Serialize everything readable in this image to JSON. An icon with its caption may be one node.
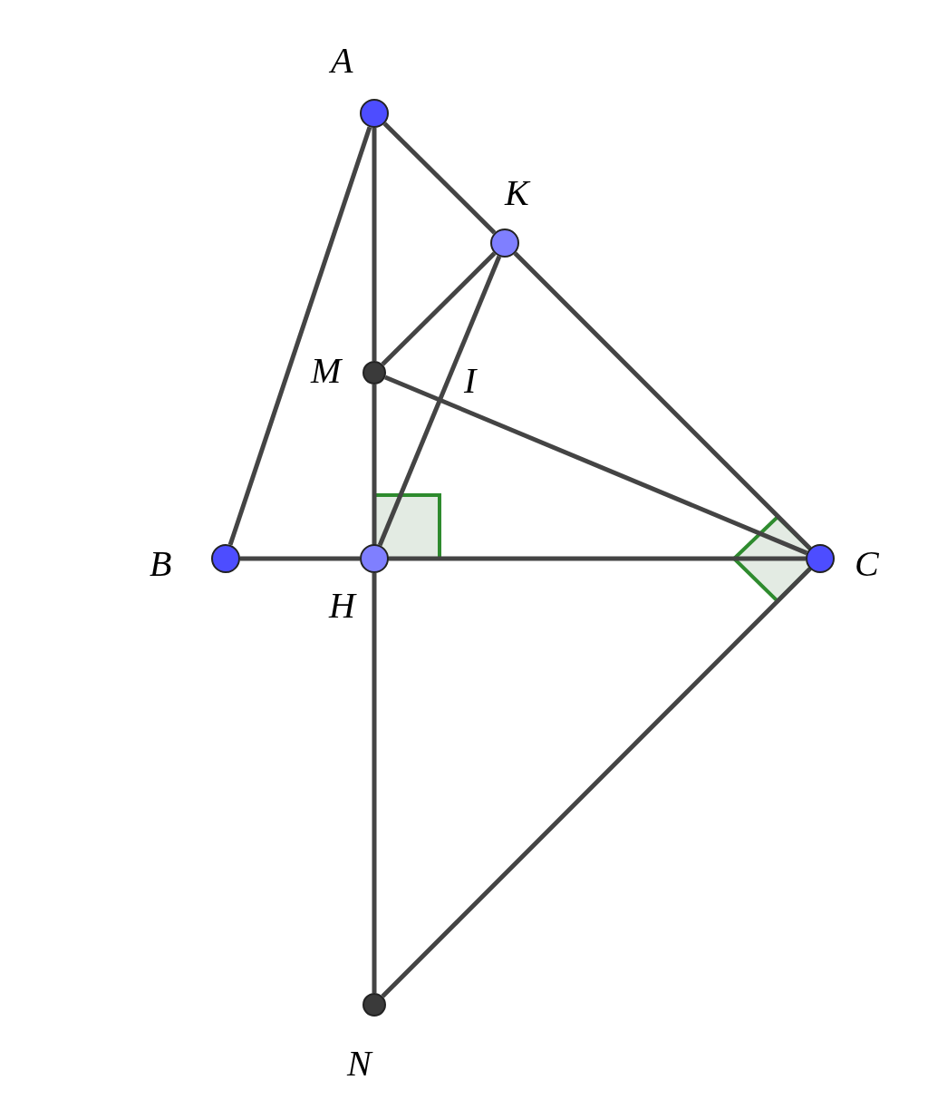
{
  "diagram": {
    "nodes": [
      {
        "text": [
          "A"
        ]
      },
      {
        "text": [
          "K"
        ]
      },
      {
        "text": [
          "M"
        ]
      },
      {
        "text": [
          "B"
        ]
      },
      {
        "text": [
          "H"
        ]
      },
      {
        "text": [
          "C"
        ]
      },
      {
        "text": [
          "N"
        ]
      }
    ],
    "edges": [
      {
        "from": 0,
        "to": 3,
        "arrow": "none"
      },
      {
        "from": 0,
        "to": 2,
        "arrow": "none"
      },
      {
        "from": 2,
        "to": 4,
        "arrow": "none"
      },
      {
        "from": 4,
        "to": 6,
        "arrow": "none"
      },
      {
        "from": 0,
        "to": 1,
        "arrow": "none"
      },
      {
        "from": 1,
        "to": 5,
        "arrow": "none"
      },
      {
        "from": 1,
        "to": 2,
        "arrow": "none"
      },
      {
        "from": 1,
        "to": 4,
        "arrow": "none"
      },
      {
        "from": 2,
        "to": 5,
        "arrow": "none"
      },
      {
        "from": 3,
        "to": 4,
        "arrow": "none"
      },
      {
        "from": 4,
        "to": 5,
        "arrow": "none"
      },
      {
        "from": 6,
        "to": 5,
        "arrow": "none"
      }
    ],
    "labels": [
      "I"
    ]
  }
}
